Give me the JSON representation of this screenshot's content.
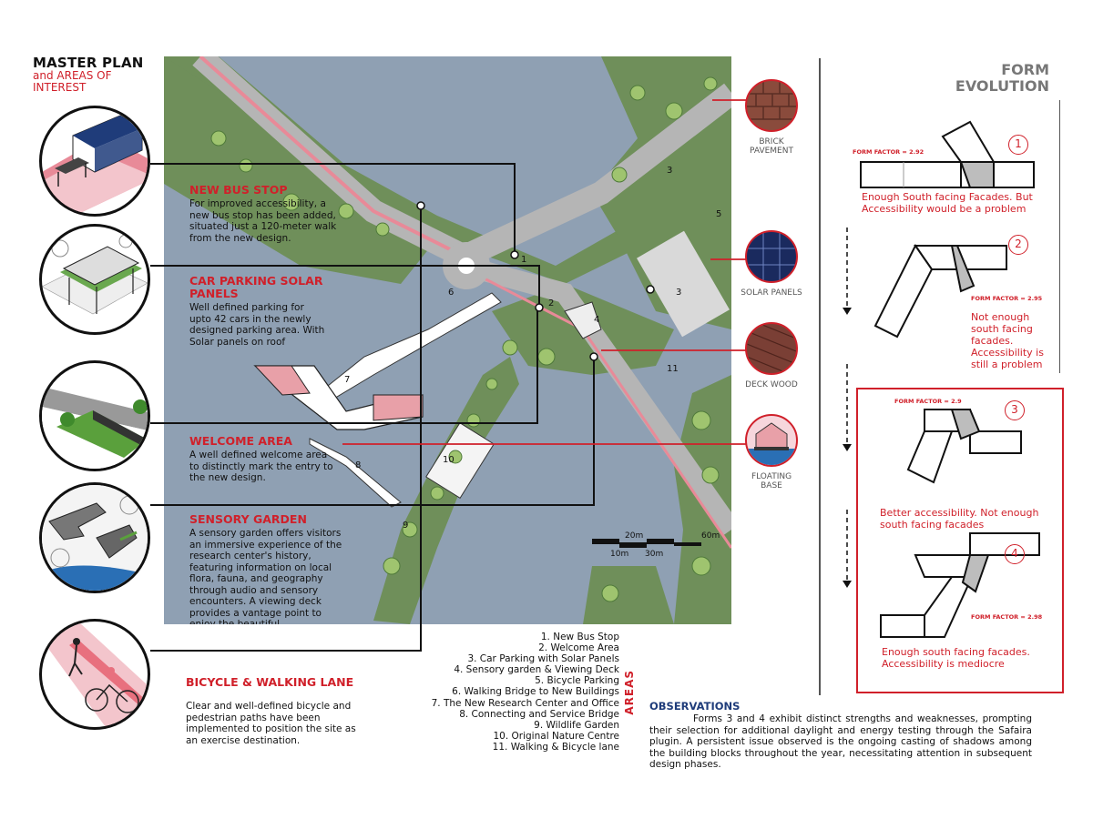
{
  "header": {
    "title": "MASTER PLAN",
    "subtitle": "and AREAS OF INTEREST"
  },
  "annotations": {
    "bus_stop": {
      "heading": "NEW BUS STOP",
      "text": "For improved accessibility, a new bus stop has been added, situated just a 120-meter walk from the new design."
    },
    "car_parking": {
      "heading": "CAR PARKING SOLAR PANELS",
      "text": "Well defined parking for upto 42 cars in the newly designed parking area. With Solar panels on roof"
    },
    "welcome": {
      "heading": "WELCOME AREA",
      "text": "A well defined welcome area to distinctly mark the entry to the new design."
    },
    "sensory": {
      "heading": "SENSORY GARDEN",
      "text": "A sensory garden offers visitors an immersive experience of the research center's history, featuring information on local flora, fauna, and geography through audio and sensory encounters. A viewing deck provides a vantage point to enjoy the beautiful surroundings."
    }
  },
  "map_numbers": [
    "1",
    "2",
    "3",
    "3",
    "4",
    "5",
    "6",
    "7",
    "8",
    "9",
    "10",
    "11"
  ],
  "scale_bar": {
    "labels": [
      "20m",
      "60m",
      "10m",
      "30m"
    ]
  },
  "materials": [
    {
      "label": "BRICK PAVEMENT"
    },
    {
      "label": "SOLAR PANELS"
    },
    {
      "label": "DECK WOOD"
    },
    {
      "label": "FLOATING BASE"
    }
  ],
  "form_evolution": {
    "title": "FORM EVOLUTION",
    "forms": [
      {
        "number": "1",
        "factor": "FORM FACTOR = 2.92",
        "text": "Enough South facing Facades. But Accessibility would be a problem"
      },
      {
        "number": "2",
        "factor": "FORM FACTOR = 2.95",
        "text": "Not enough south facing facades. Accessibility is still a problem"
      },
      {
        "number": "3",
        "factor": "FORM FACTOR = 2.9",
        "text": "Better accessibility. Not enough south facing facades"
      },
      {
        "number": "4",
        "factor": "FORM FACTOR = 2.98",
        "text": "Enough south facing facades. Accessibility is mediocre"
      }
    ]
  },
  "bicycle": {
    "heading": "BICYCLE & WALKING LANE",
    "text": "Clear and well-defined bicycle and pedestrian paths have been implemented to position the site as an exercise destination."
  },
  "areas": {
    "label": "AREAS",
    "items": [
      "1. New Bus Stop",
      "2. Welcome Area",
      "3. Car Parking with Solar Panels",
      "4. Sensory garden & Viewing Deck",
      "5. Bicycle Parking",
      "6. Walking Bridge to New Buildings",
      "7. The New Research Center and Office",
      "8. Connecting and Service Bridge",
      "9. Wildlife Garden",
      "10. Original Nature Centre",
      "11. Walking & Bicycle lane"
    ]
  },
  "observations": {
    "title": "OBSERVATIONS",
    "text": "Forms 3 and 4 exhibit distinct strengths and weaknesses, prompting their selection for additional daylight and energy testing through the Safaira plugin. A persistent issue observed is the ongoing casting of shadows among the building blocks throughout the year, necessitating attention in subsequent design phases."
  },
  "colors": {
    "accent_red": "#d0202a",
    "water": "#8fa0b3",
    "land": "#6f8f5a",
    "navy": "#1f3c7a"
  }
}
